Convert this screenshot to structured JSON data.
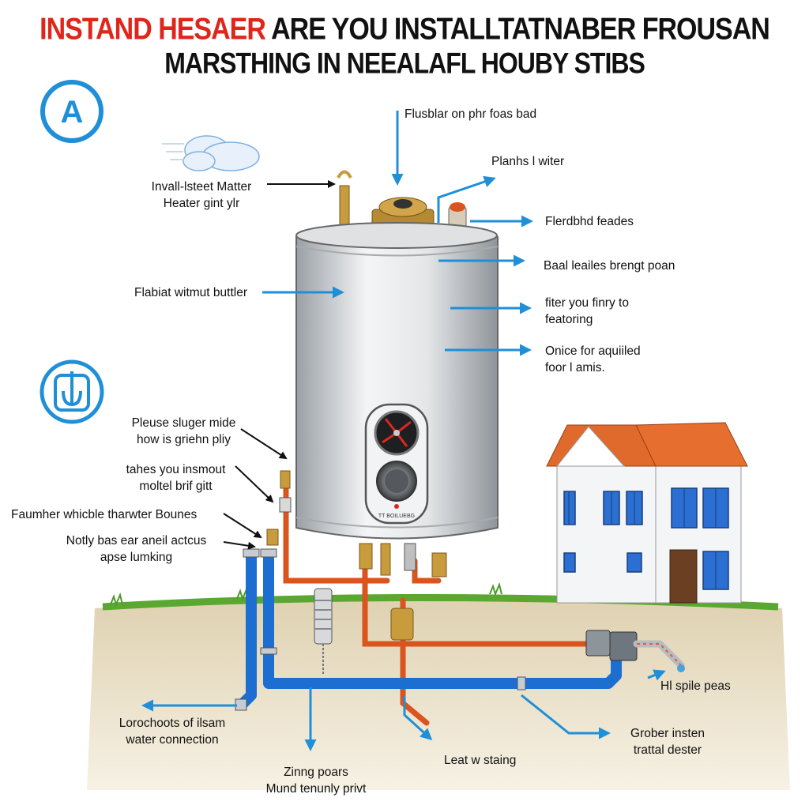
{
  "title": {
    "line1_red": "INSTAND HESAER",
    "line1_dark": "ARE YOU INSTALLTATNABER FROUSAN",
    "line2": "MARSTHING IN NEEALAFL HOUBY STIBS"
  },
  "badge_letter": "A",
  "heater_plate": "TT BOILUEBG",
  "labels": {
    "top_center": "Flusblar on phr foas bad",
    "right_1": "Planhs l witer",
    "right_2": "Flerdbhd feades",
    "right_3": "Baal leailes brengt poan",
    "right_4a": "fiter you finry to",
    "right_4b": "featoring",
    "right_5a": "Onice for aquiiled",
    "right_5b": "foor l amis.",
    "left_1a": "Invall-lsteet Matter",
    "left_1b": "Heater gint ylr",
    "left_2": "Flabiat witmut buttler",
    "left_3a": "Pleuse sluger mide",
    "left_3b": "how is griehn pliy",
    "left_4a": "tahes you insmout",
    "left_4b": "moltel brif gitt",
    "left_5": "Faumher whicble tharwter Bounes",
    "left_6a": "Notly bas ear aneil actcus",
    "left_6b": "apse lumking",
    "bottom_left_a": "Lorochoots of ilsam",
    "bottom_left_b": "water connection",
    "bottom_center_a": "Zinng poars",
    "bottom_center_b": "Mund tenunly privt",
    "bottom_mid": "Leat w staing",
    "bottom_right_a": "Grober insten",
    "bottom_right_b": "trattal dester",
    "right_pipe": "Hl spile peas"
  },
  "colors": {
    "title_red": "#e0261b",
    "arrow_blue": "#1f8fd8",
    "cold_pipe": "#1c6fd1",
    "hot_pipe": "#d9541e",
    "roof": "#e06a2c",
    "grass": "#5aa832",
    "soil": "#e8dcc0",
    "tank": "#c9ccd0"
  },
  "icons": [
    "letter-a-badge-icon",
    "water-pipe-badge-icon",
    "cloud-icon",
    "house-icon",
    "temperature-dial-icon",
    "control-knob-icon",
    "faucet-icon"
  ]
}
